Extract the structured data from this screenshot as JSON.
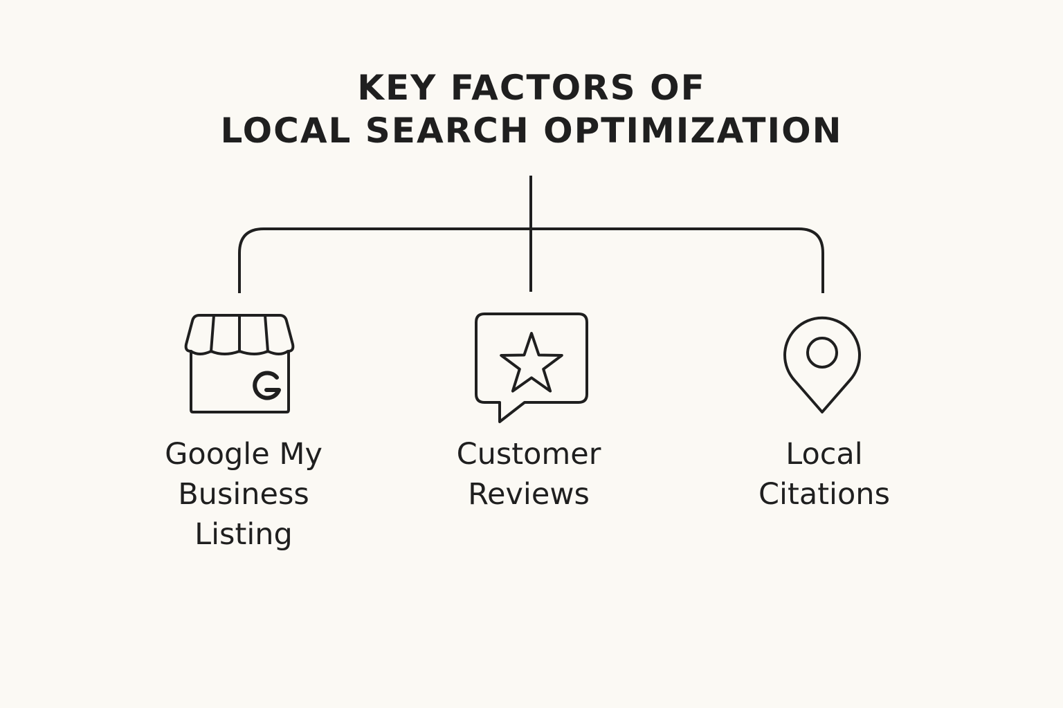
{
  "title": {
    "line1": "KEY FACTORS OF",
    "line2": "LOCAL SEARCH OPTIMIZATION"
  },
  "factors": [
    {
      "icon": "storefront-g-icon",
      "lines": [
        "Google My",
        "Business",
        "Listing"
      ]
    },
    {
      "icon": "star-review-bubble-icon",
      "lines": [
        "Customer",
        "Reviews"
      ]
    },
    {
      "icon": "map-pin-icon",
      "lines": [
        "Local",
        "Citations"
      ]
    }
  ],
  "colors": {
    "background": "#fbf9f4",
    "ink": "#1f1f1f"
  }
}
